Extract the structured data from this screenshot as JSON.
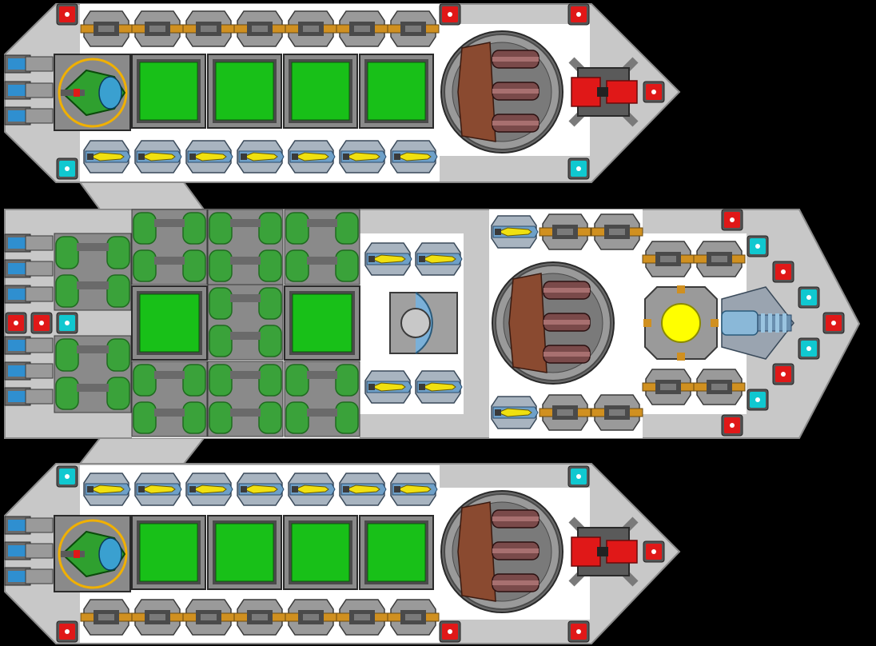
{
  "scene": {
    "name": "ship-blueprint",
    "background": "#000000",
    "hull_light": "#c8c8c8",
    "hull_mid": "#b4b4b4",
    "hull_dark": "#8c8c8c",
    "deck": "#ffffff"
  },
  "palette": {
    "storage_green": "#18c018",
    "tank_green": "#3aa23a",
    "tank_dark": "#1f6a1f",
    "gun_orange": "#d09020",
    "gun_dark": "#4a4a4a",
    "missile_yellow": "#f0e010",
    "missile_blue": "#6ea0c8",
    "cannon_red": "#e01818",
    "cannon_brown": "#8a4a30",
    "core_yellow": "#ffff00",
    "node_red": "#e01818",
    "node_cyan": "#10c8d0",
    "engine_blue": "#2f8fd0",
    "cockpit_green": "#2fa02f",
    "cockpit_ring": "#f0b000"
  },
  "modules": {
    "small_gun": "gun-turret",
    "missile": "missile-launcher",
    "storage": "storage-bay",
    "big_cannon": "heavy-cannon",
    "red_cannon": "plasma-cannon",
    "cockpit": "command-cockpit",
    "tank": "fuel-tank",
    "reactor": "reactor-core",
    "ion": "ion-thruster-cannon",
    "node_red": "red-node",
    "node_cyan": "cyan-node",
    "engine": "engine-nozzle"
  }
}
